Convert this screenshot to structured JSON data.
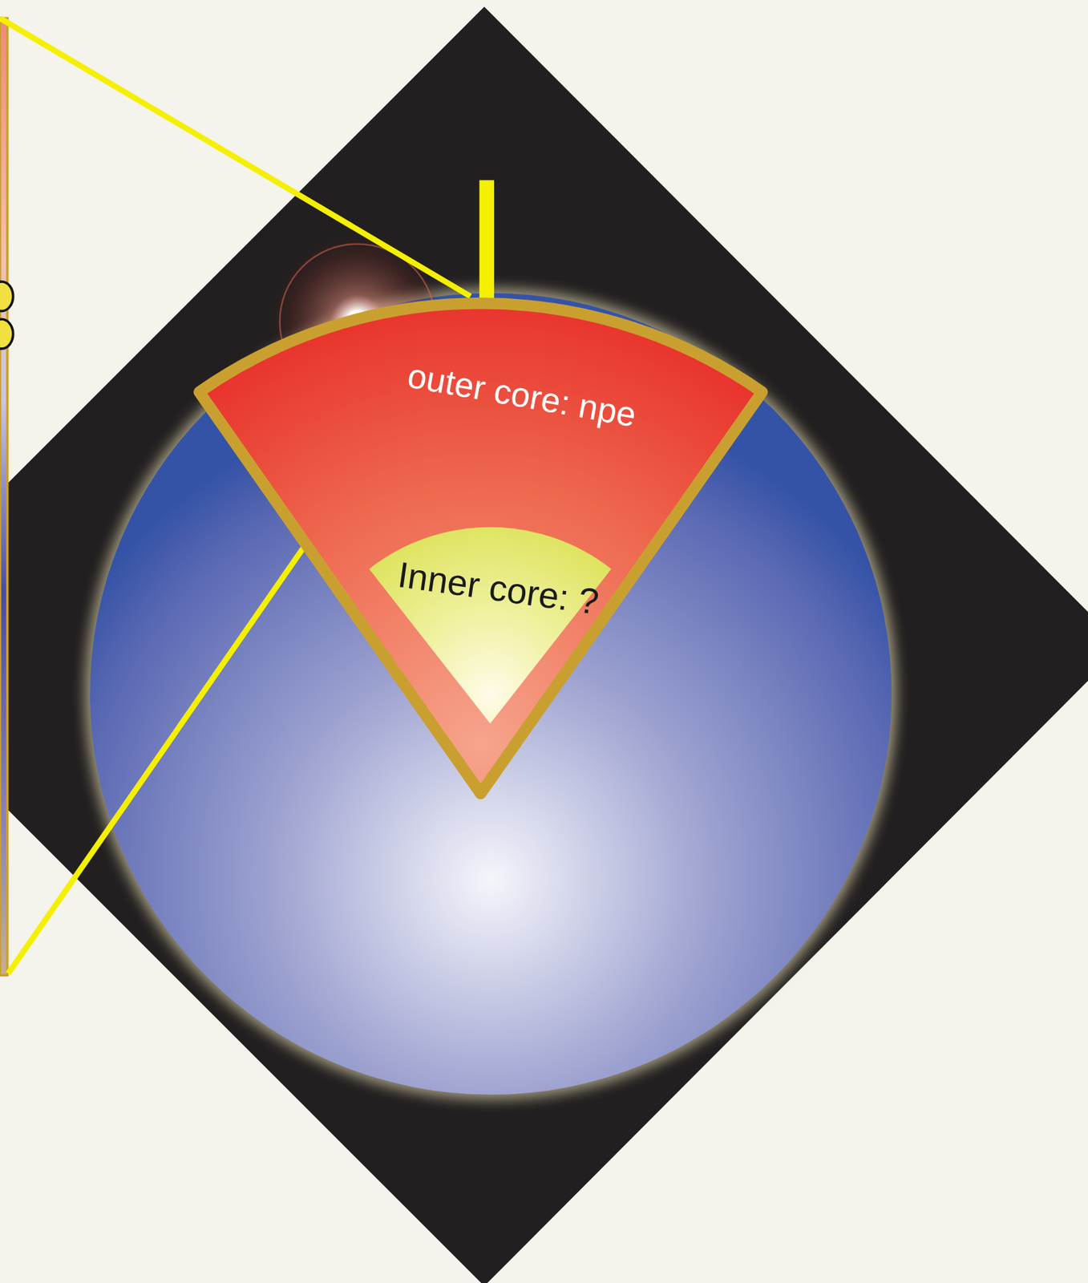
{
  "diagram": {
    "nodes": [
      {
        "text": [
          "outer core: npe"
        ]
      },
      {
        "text": [
          "Inner core: ?"
        ],
        "in": 0
      }
    ]
  }
}
